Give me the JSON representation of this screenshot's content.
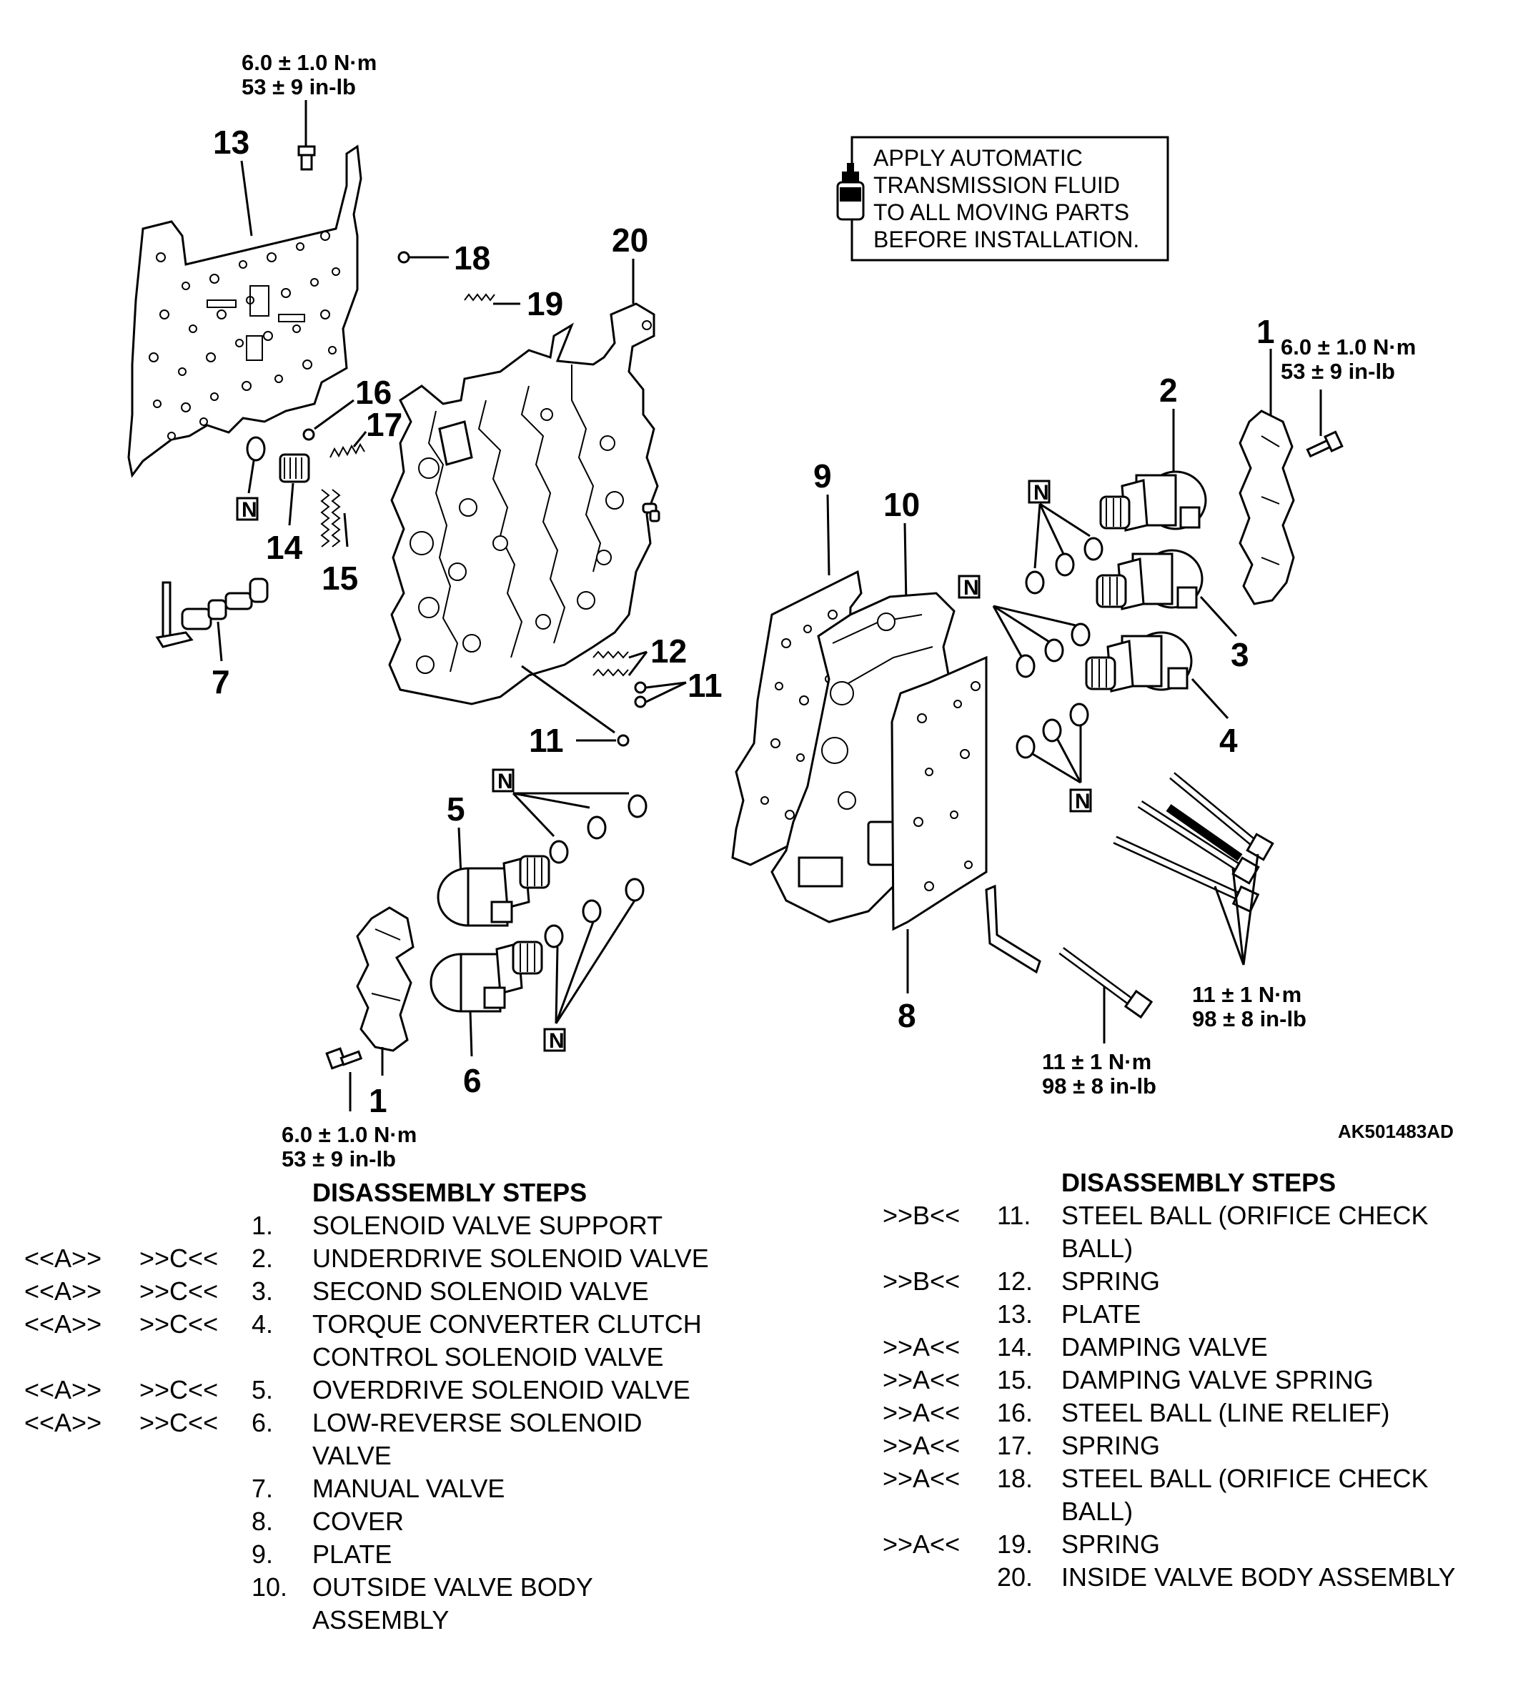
{
  "figure_id": "AK501483AD",
  "note": {
    "lines": [
      "APPLY AUTOMATIC",
      "TRANSMISSION FLUID",
      "TO ALL MOVING PARTS",
      "BEFORE INSTALLATION."
    ],
    "icon": "fluid-bottle-icon"
  },
  "torques": {
    "small_nm": "6.0 ± 1.0 N·m",
    "small_inlb": "53 ± 9 in-lb",
    "large_nm": "11 ± 1 N·m",
    "large_inlb": "98 ± 8 in-lb"
  },
  "callouts": {
    "n": "N",
    "c1": "1",
    "c2": "2",
    "c3": "3",
    "c4": "4",
    "c5": "5",
    "c6": "6",
    "c7": "7",
    "c8": "8",
    "c9": "9",
    "c10": "10",
    "c11": "11",
    "c12": "12",
    "c13": "13",
    "c14": "14",
    "c15": "15",
    "c16": "16",
    "c17": "17",
    "c18": "18",
    "c19": "19",
    "c20": "20"
  },
  "steps_left": {
    "heading": "DISASSEMBLY STEPS",
    "items": [
      {
        "a": "",
        "b": "",
        "num": "1.",
        "text": "SOLENOID VALVE SUPPORT"
      },
      {
        "a": "<<A>>",
        "b": ">>C<<",
        "num": "2.",
        "text": "UNDERDRIVE SOLENOID VALVE"
      },
      {
        "a": "<<A>>",
        "b": ">>C<<",
        "num": "3.",
        "text": "SECOND SOLENOID VALVE"
      },
      {
        "a": "<<A>>",
        "b": ">>C<<",
        "num": "4.",
        "text": "TORQUE CONVERTER CLUTCH"
      },
      {
        "a": "",
        "b": "",
        "num": "",
        "text": "CONTROL SOLENOID VALVE"
      },
      {
        "a": "<<A>>",
        "b": ">>C<<",
        "num": "5.",
        "text": "OVERDRIVE SOLENOID VALVE"
      },
      {
        "a": "<<A>>",
        "b": ">>C<<",
        "num": "6.",
        "text": "LOW-REVERSE SOLENOID"
      },
      {
        "a": "",
        "b": "",
        "num": "",
        "text": "VALVE"
      },
      {
        "a": "",
        "b": "",
        "num": "7.",
        "text": "MANUAL VALVE"
      },
      {
        "a": "",
        "b": "",
        "num": "8.",
        "text": "COVER"
      },
      {
        "a": "",
        "b": "",
        "num": "9.",
        "text": "PLATE"
      },
      {
        "a": "",
        "b": "",
        "num": "10.",
        "text": "OUTSIDE VALVE BODY"
      },
      {
        "a": "",
        "b": "",
        "num": "",
        "text": "ASSEMBLY"
      }
    ]
  },
  "steps_right": {
    "heading": "DISASSEMBLY STEPS",
    "items": [
      {
        "b": ">>B<<",
        "num": "11.",
        "text": "STEEL BALL (ORIFICE CHECK"
      },
      {
        "b": "",
        "num": "",
        "text": "BALL)"
      },
      {
        "b": ">>B<<",
        "num": "12.",
        "text": "SPRING"
      },
      {
        "b": "",
        "num": "13.",
        "text": "PLATE"
      },
      {
        "b": ">>A<<",
        "num": "14.",
        "text": "DAMPING VALVE"
      },
      {
        "b": ">>A<<",
        "num": "15.",
        "text": "DAMPING VALVE SPRING"
      },
      {
        "b": ">>A<<",
        "num": "16.",
        "text": "STEEL BALL (LINE RELIEF)"
      },
      {
        "b": ">>A<<",
        "num": "17.",
        "text": "SPRING"
      },
      {
        "b": ">>A<<",
        "num": "18.",
        "text": "STEEL BALL (ORIFICE CHECK"
      },
      {
        "b": "",
        "num": "",
        "text": "BALL)"
      },
      {
        "b": ">>A<<",
        "num": "19.",
        "text": "SPRING"
      },
      {
        "b": "",
        "num": "20.",
        "text": "INSIDE VALVE BODY ASSEMBLY"
      }
    ]
  }
}
